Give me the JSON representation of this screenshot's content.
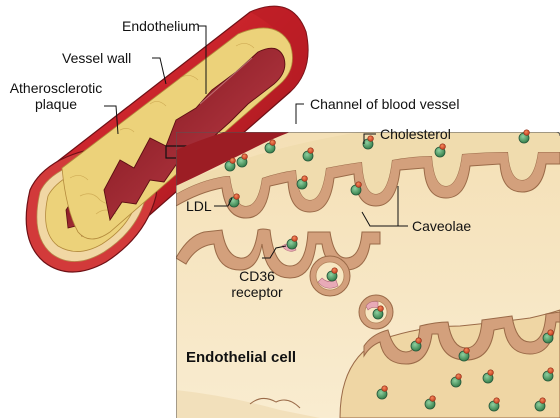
{
  "labels": {
    "endothelium": "Endothelium",
    "vessel_wall": "Vessel wall",
    "plaque_line1": "Atherosclerotic",
    "plaque_line2": "plaque",
    "channel": "Channel of blood vessel",
    "cholesterol": "Cholesterol",
    "ldl": "LDL",
    "caveolae": "Caveolae",
    "cd36_line1": "CD36",
    "cd36_line2": "receptor",
    "endothelial_cell": "Endothelial cell"
  },
  "colors": {
    "vessel_outer": "#c8202a",
    "vessel_dark": "#8e1a1f",
    "lumen": "#a52a33",
    "plaque": "#ecd27a",
    "endothelium_band": "#c98f6e",
    "cell_fill": "#f7e7c2",
    "ldl_green": "#3f8a55",
    "cholesterol_red": "#d9472b",
    "receptor_pink": "#e8aab7"
  }
}
